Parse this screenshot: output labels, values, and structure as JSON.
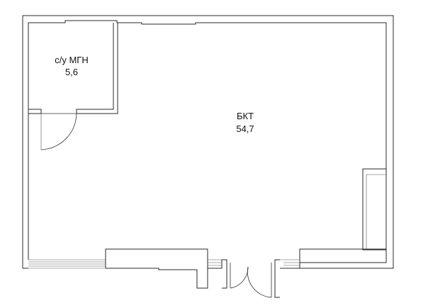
{
  "rooms": [
    {
      "name": "с/у МГН",
      "area": "5,6"
    },
    {
      "name": "БКТ",
      "area": "54,7"
    }
  ]
}
